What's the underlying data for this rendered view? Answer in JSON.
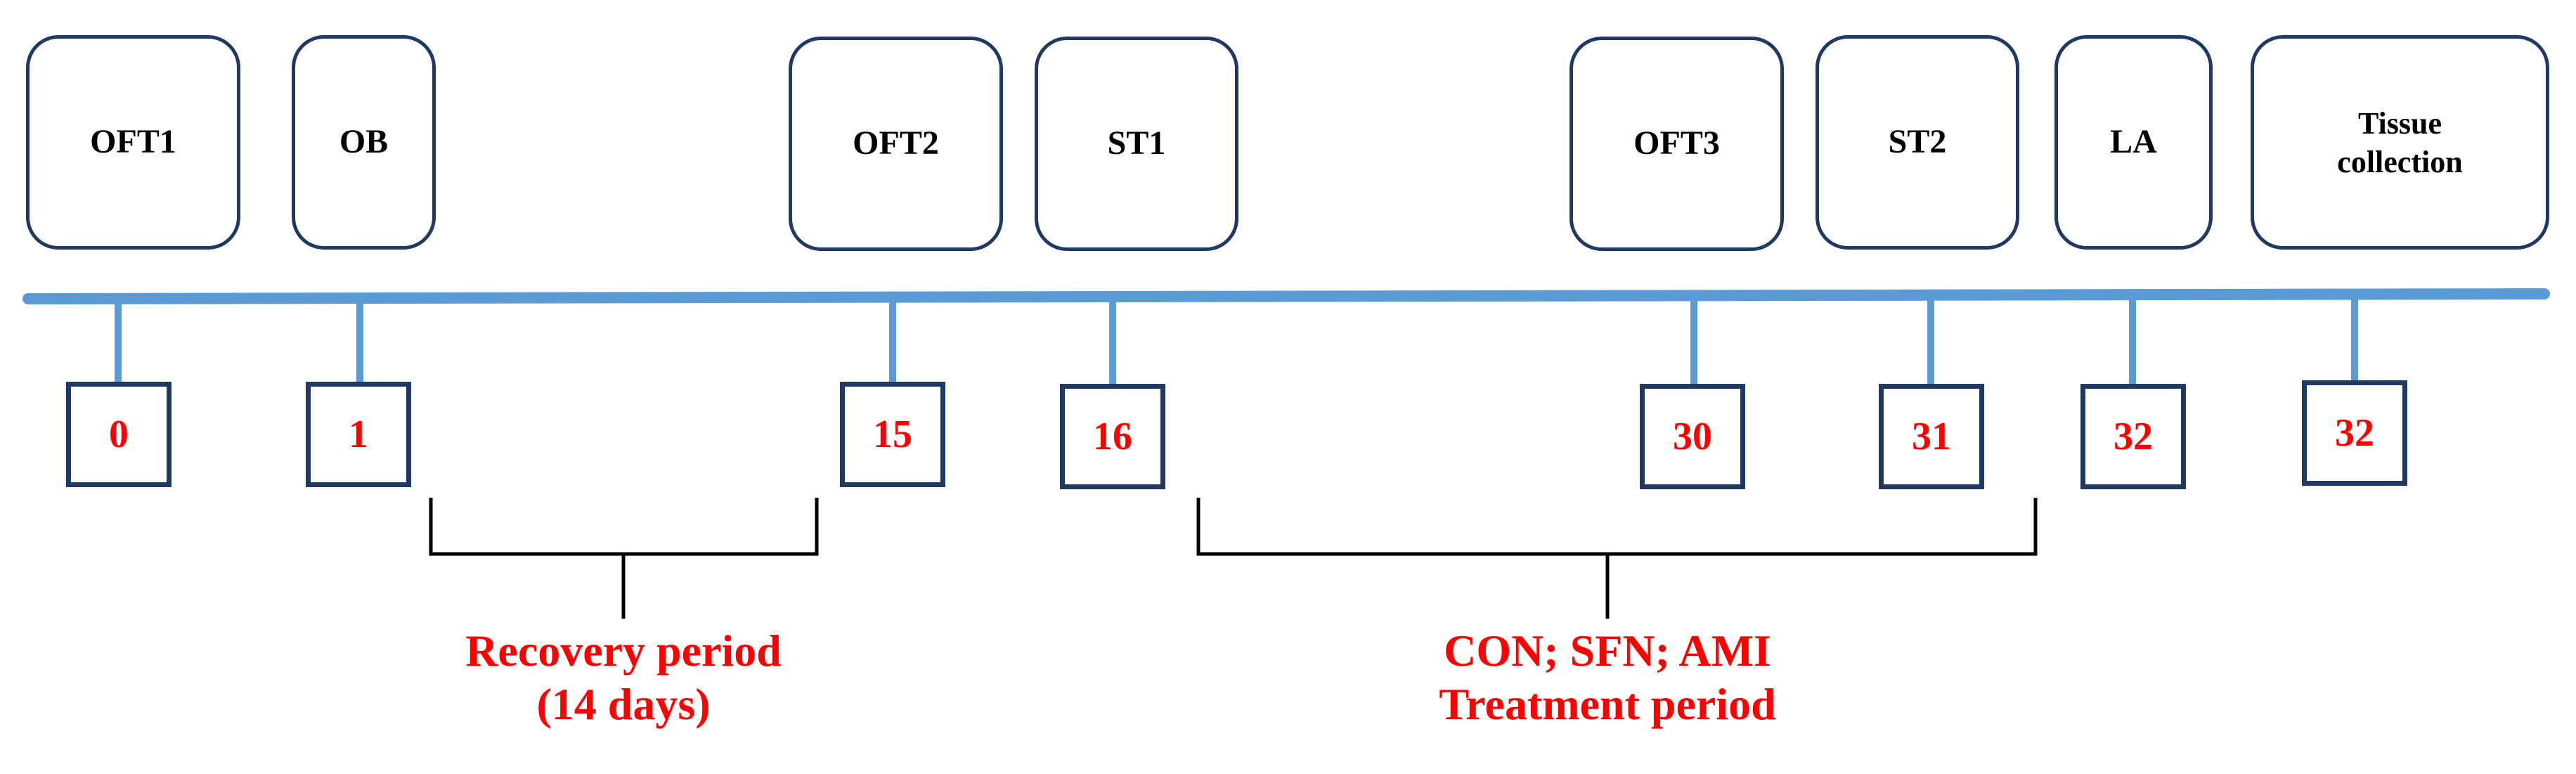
{
  "events": [
    {
      "label": "OFT1"
    },
    {
      "label": "OB"
    },
    {
      "label": "OFT2"
    },
    {
      "label": "ST1"
    },
    {
      "label": "OFT3"
    },
    {
      "label": "ST2"
    },
    {
      "label": "LA"
    },
    {
      "label_line1": "Tissue",
      "label_line2": "collection"
    }
  ],
  "days": [
    "0",
    "1",
    "15",
    "16",
    "30",
    "31",
    "32",
    "32"
  ],
  "recovery": {
    "line1": "Recovery period",
    "line2": "(14 days)"
  },
  "treatment": {
    "line1": "CON; SFN; AMI",
    "line2": "Treatment period"
  },
  "colors": {
    "timeline": "#5b9bd5",
    "box_border": "#1f3864",
    "day_text": "#ff0000",
    "bracket": "#000000"
  }
}
